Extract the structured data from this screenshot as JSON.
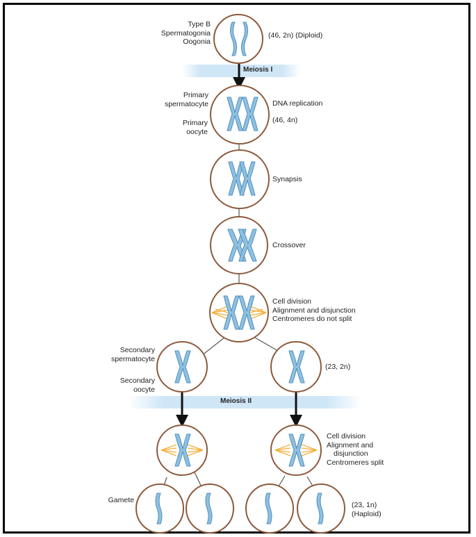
{
  "stage_labels": {
    "germ_cell_types": [
      "Type B",
      "Spermatogonia",
      "Oogonia"
    ],
    "diploid_ploidy": "(46, 2n) (Diploid)",
    "meiosis_1": "Meiosis I",
    "primary_spermatocyte": "Primary spermatocyte",
    "primary_oocyte": "Primary oocyte",
    "dna_replication": "DNA replication",
    "replicated_ploidy": "(46, 4n)",
    "synapsis": "Synapsis",
    "crossover": "Crossover",
    "division_1": [
      "Cell division",
      "Alignment and disjunction",
      "Centromeres do not split"
    ],
    "secondary_spermatocyte": "Secondary spermatocyte",
    "secondary_oocyte": "Secondary oocyte",
    "secondary_ploidy": "(23, 2n)",
    "meiosis_2": "Meiosis II",
    "division_2": [
      "Cell division",
      "Alignment and",
      "disjunction",
      "Centromeres split"
    ],
    "gamete": "Gamete",
    "haploid_ploidy": [
      "(23, 1n)",
      "(Haploid)"
    ]
  },
  "colors": {
    "cell_outline": "#8c5a3c",
    "chromosome": "#7fb6d8",
    "chromosome_dark": "#4f8fbf",
    "spindle": "#f5a623",
    "band": "#cfe6f7",
    "arrow": "#111111"
  }
}
